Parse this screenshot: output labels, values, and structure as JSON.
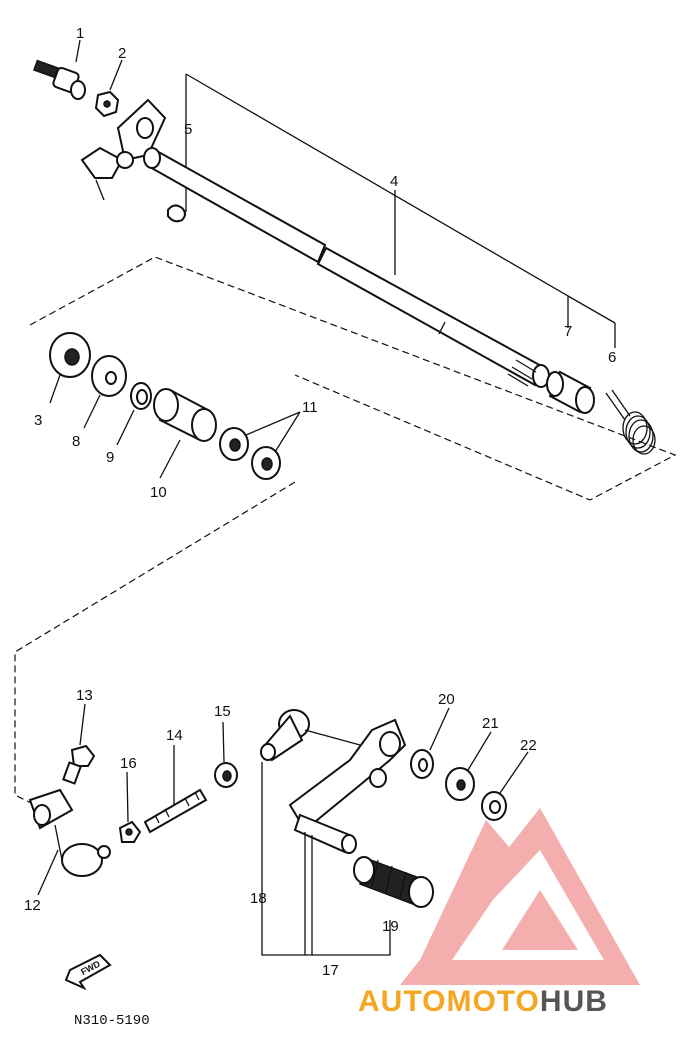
{
  "part_labels": [
    "1",
    "2",
    "3",
    "4",
    "5",
    "6",
    "7",
    "8",
    "9",
    "10",
    "11",
    "12",
    "13",
    "14",
    "15",
    "16",
    "17",
    "18",
    "19",
    "20",
    "21",
    "22"
  ],
  "figure_code": "N310-5190",
  "fwd_label": "FWD",
  "watermark": {
    "part1": "AUTO",
    "part2": "MOTO",
    "part3": "HUB",
    "color_a": "#f5a623",
    "color_b": "#555555",
    "logo_color": "#f08080"
  }
}
